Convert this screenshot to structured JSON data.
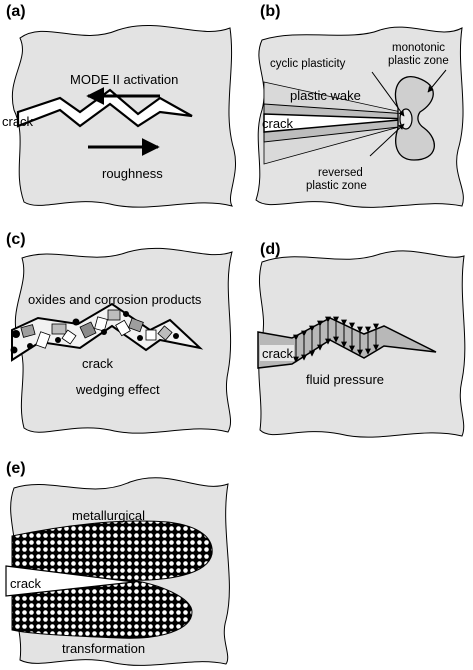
{
  "panels": {
    "a": {
      "label": "(a)",
      "mode": "MODE II activation",
      "crack": "crack",
      "roughness": "roughness"
    },
    "b": {
      "label": "(b)",
      "cyclic": "cyclic plasticity",
      "monotonic_1": "monotonic",
      "monotonic_2": "plastic zone",
      "wake": "plastic wake",
      "crack": "crack",
      "reversed_1": "reversed",
      "reversed_2": "plastic zone"
    },
    "c": {
      "label": "(c)",
      "oxides": "oxides and corrosion products",
      "crack": "crack",
      "wedging": "wedging effect"
    },
    "d": {
      "label": "(d)",
      "crack": "crack",
      "fluid": "fluid pressure"
    },
    "e": {
      "label": "(e)",
      "metallurgical": "metallurgical",
      "crack": "crack",
      "transformation": "transformation"
    }
  },
  "colors": {
    "blob_fill": "#e3e3e3",
    "outline": "#000000",
    "wake_fill": "#bdbdbd",
    "zone_fill": "#cfcfcf",
    "dot_fill": "#000000"
  }
}
